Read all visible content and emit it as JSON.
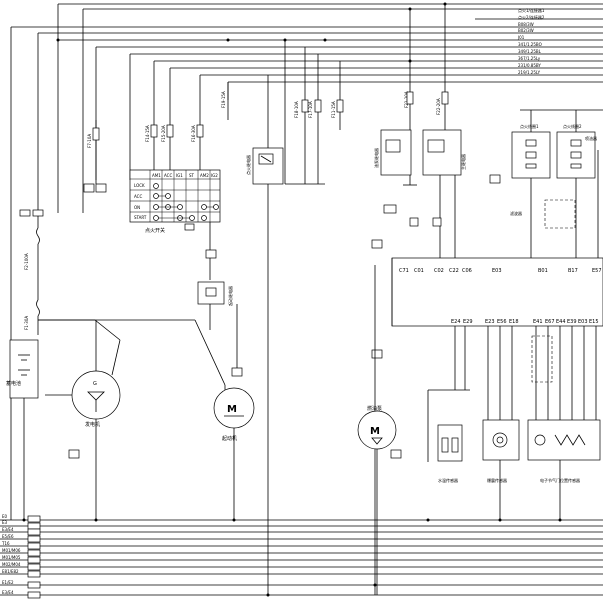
{
  "top_buses": [
    "点火1/连接器1",
    "点火2/连接器2",
    "B08/3W",
    "B02/3W",
    "J01",
    "341/1.25BO",
    "349/1.25BL",
    "367/1.25Ly",
    "231/0.85BY",
    "219/1.25LY"
  ],
  "ground_labels": [
    "E0",
    "E3",
    "E3/E4",
    "E5/E6",
    "T16",
    "M01/M06",
    "M01/M05",
    "M02/M04",
    "E81/E82",
    "E1/E2",
    "E3/E4"
  ],
  "ignition_switch": {
    "caption": "点火开关",
    "headers": [
      "AM1",
      "ACC",
      "IG1",
      "ST",
      "AM2",
      "IG2"
    ],
    "rows": [
      "LOCK",
      "ACC",
      "ON",
      "START"
    ]
  },
  "fuses": {
    "f7": "F7-10A",
    "f2": "F2-100A",
    "f1": "F1-30A",
    "f14": "F14-15A",
    "f15": "F15-20A",
    "f16": "F16-30A",
    "f19a": "F19-15A",
    "f18": "F18-10A",
    "f17": "F17-10A",
    "f11": "F11-15A",
    "f21": "F21-10A",
    "f22": "F22-20A"
  },
  "components": {
    "battery": "蓄电池",
    "generator": "发电机",
    "starter": "起动机",
    "fuel_pump": "燃油泵",
    "water_temp": "水温传感器",
    "knock": "爆震传感器",
    "throttle": "电子节气门位置传感器",
    "start_relay": "起动继电器",
    "main_relay_left": "点火继电器",
    "fuel_pump_relay": "油泵继电器",
    "main_relay": "主继电器",
    "coil1": "点火线圈1",
    "coil2": "点火线圈2",
    "injector": "喷油器",
    "filter": "滤波器"
  },
  "ecu_pins_top": [
    "C71",
    "C01",
    "C02",
    "C22",
    "C06",
    "E03",
    "B01",
    "B17",
    "E57"
  ],
  "ecu_pins_bottom_left": [
    "E24",
    "E29"
  ],
  "ecu_pins_bottom_mid": [
    "E23",
    "E56",
    "E18"
  ],
  "ecu_pins_bottom_right": [
    "E41",
    "E67",
    "E44",
    "E39",
    "E03",
    "E15"
  ],
  "motor_symbol": "M",
  "gen_symbol": "G"
}
